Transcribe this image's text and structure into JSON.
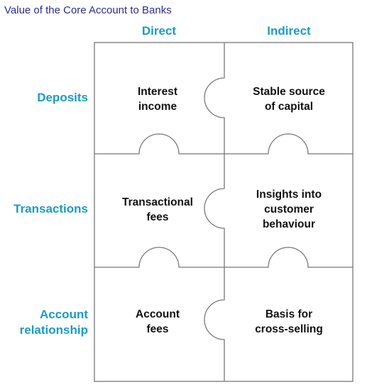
{
  "title": "Value of the Core Account to Banks",
  "columns": [
    "Direct",
    "Indirect"
  ],
  "rows": [
    {
      "label": [
        "Deposits"
      ],
      "cells": [
        [
          "Interest",
          "income"
        ],
        [
          "Stable source",
          "of capital"
        ]
      ]
    },
    {
      "label": [
        "Transactions"
      ],
      "cells": [
        [
          "Transactional",
          "fees"
        ],
        [
          "Insights into",
          "customer",
          "behaviour"
        ]
      ]
    },
    {
      "label": [
        "Account",
        "relationship"
      ],
      "cells": [
        [
          "Account",
          "fees"
        ],
        [
          "Basis for",
          "cross-selling"
        ]
      ]
    }
  ],
  "colors": {
    "header": "#1a9cc4",
    "title": "#2b2d8f",
    "outline": "#777777"
  }
}
